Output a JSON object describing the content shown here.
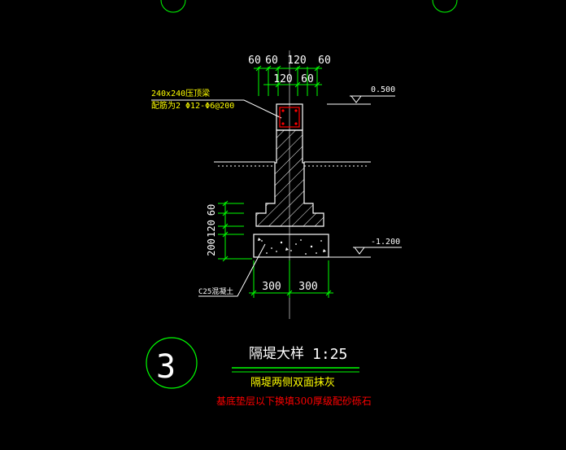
{
  "colors": {
    "background": "#000000",
    "dimension": "#00ff00",
    "outline": "#ffffff",
    "annotation": "#ffff00",
    "rebar": "#ff0000",
    "note_red": "#ff0000"
  },
  "dimensions_top": {
    "row1": [
      "60",
      "60",
      "120",
      "60"
    ],
    "row2": [
      "120",
      "60"
    ]
  },
  "dimensions_left": [
    "60",
    "120",
    "200"
  ],
  "dimensions_bottom": [
    "300",
    "300"
  ],
  "elevations": {
    "top": "0.500",
    "bottom": "-1.200"
  },
  "beam_callout": {
    "line1": "240x240压顶梁",
    "line2": "配筋为2 Φ12-Φ6@200"
  },
  "concrete_callout": "C25混凝土",
  "detail": {
    "number": "3",
    "title": "隔堤大样",
    "scale": "1:25"
  },
  "notes": {
    "yellow": "隔堤两侧双面抹灰",
    "red": "基底垫层以下换填300厚级配砂砾石"
  }
}
